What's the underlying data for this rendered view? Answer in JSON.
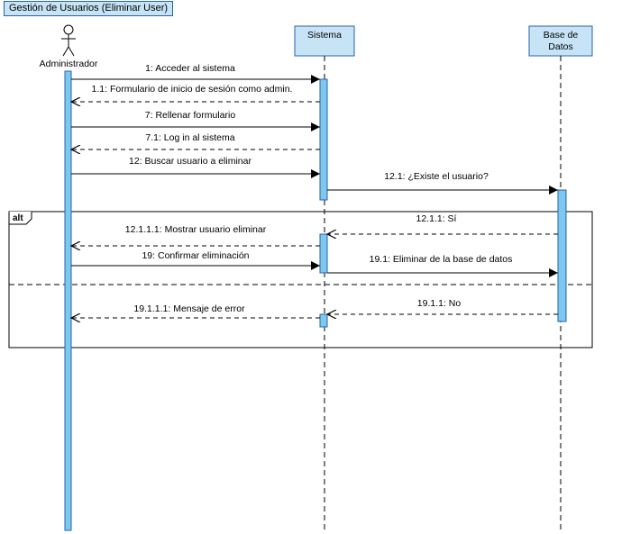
{
  "diagram": {
    "title": "Gestión de Usuarios (Eliminar User)",
    "actor": {
      "label": "Administrador"
    },
    "lifelines": [
      {
        "id": "sistema",
        "label_lines": [
          "Sistema"
        ]
      },
      {
        "id": "bd",
        "label_lines": [
          "Base de",
          "Datos"
        ]
      }
    ],
    "fragment": {
      "operator": "alt"
    },
    "messages": [
      {
        "id": "m1",
        "label": "1: Acceder al sistema",
        "from": "admin",
        "to": "sistema",
        "kind": "sync"
      },
      {
        "id": "m2",
        "label": "1.1: Formulario de inicio de sesión como admin.",
        "from": "sistema",
        "to": "admin",
        "kind": "return"
      },
      {
        "id": "m3",
        "label": "7: Rellenar formulario",
        "from": "admin",
        "to": "sistema",
        "kind": "sync"
      },
      {
        "id": "m4",
        "label": "7.1: Log in al sistema",
        "from": "sistema",
        "to": "admin",
        "kind": "return"
      },
      {
        "id": "m5",
        "label": "12: Buscar usuario a eliminar",
        "from": "admin",
        "to": "sistema",
        "kind": "sync"
      },
      {
        "id": "m6",
        "label": "12.1: ¿Existe el usuario?",
        "from": "sistema",
        "to": "bd",
        "kind": "sync"
      },
      {
        "id": "m7",
        "label": "12.1.1: Sí",
        "from": "bd",
        "to": "sistema",
        "kind": "return"
      },
      {
        "id": "m8",
        "label": "12.1.1.1: Mostrar usuario eliminar",
        "from": "sistema",
        "to": "admin",
        "kind": "return"
      },
      {
        "id": "m9",
        "label": "19: Confirmar eliminación",
        "from": "admin",
        "to": "sistema",
        "kind": "sync"
      },
      {
        "id": "m10",
        "label": "19.1: Eliminar de la base de datos",
        "from": "sistema",
        "to": "bd",
        "kind": "sync"
      },
      {
        "id": "m11",
        "label": "19.1.1: No",
        "from": "bd",
        "to": "sistema",
        "kind": "return"
      },
      {
        "id": "m12",
        "label": "19.1.1.1: Mensaje de error",
        "from": "sistema",
        "to": "admin",
        "kind": "return"
      }
    ],
    "colors": {
      "box_fill": "#c6e4f5",
      "box_stroke": "#2a62a8",
      "activation_fill": "#7cc8ee",
      "line": "#000000"
    }
  }
}
